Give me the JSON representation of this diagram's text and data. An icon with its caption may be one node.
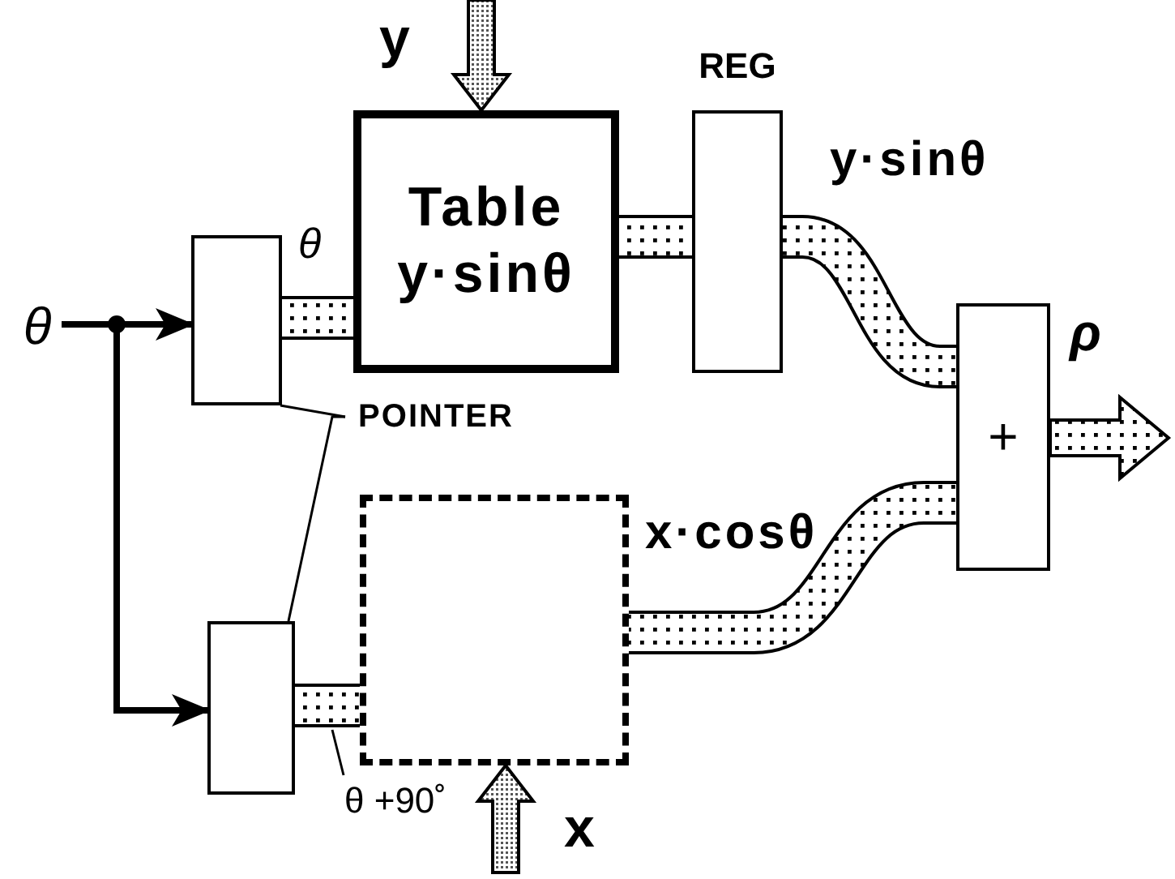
{
  "diagram": {
    "nodes": [
      {
        "text": [
          "θ"
        ]
      },
      {
        "text": [],
        "shape": "box"
      },
      {
        "text": [
          "POINTER"
        ]
      },
      {
        "text": [],
        "shape": "box"
      },
      {
        "text": [
          "Table",
          "y·sinθ"
        ]
      },
      {
        "text": [
          "REG"
        ]
      },
      {
        "text": [],
        "shape": "box"
      },
      {
        "text": [
          "+"
        ]
      },
      {
        "text": [
          "θ +90˚"
        ]
      }
    ],
    "edges": [
      {
        "from": 0,
        "to": 1,
        "arrow": "to"
      },
      {
        "from": 0,
        "to": 3,
        "arrow": "to"
      },
      {
        "from": 2,
        "to": 1,
        "arrow": "none"
      },
      {
        "from": 2,
        "to": 3,
        "arrow": "none"
      },
      {
        "from": 1,
        "to": 4,
        "arrow": "none",
        "style": "thick",
        "label": "θ"
      },
      {
        "from": 3,
        "to": 6,
        "arrow": "none",
        "style": "thick"
      },
      {
        "from": null,
        "to": 4,
        "arrow": "to",
        "style": "thick",
        "label": "y"
      },
      {
        "from": null,
        "to": 6,
        "arrow": "to",
        "style": "thick",
        "label": "x"
      },
      {
        "from": 4,
        "to": 5,
        "arrow": "none",
        "style": "thick"
      },
      {
        "from": 5,
        "to": 7,
        "arrow": "none",
        "style": "thick",
        "label": "y·sinθ"
      },
      {
        "from": 6,
        "to": 7,
        "arrow": "none",
        "style": "thick",
        "label": "x·cosθ"
      },
      {
        "from": 7,
        "to": null,
        "arrow": "to",
        "style": "thick",
        "label": "ρ"
      },
      {
        "from": 8,
        "to": null,
        "arrow": "none"
      }
    ]
  }
}
